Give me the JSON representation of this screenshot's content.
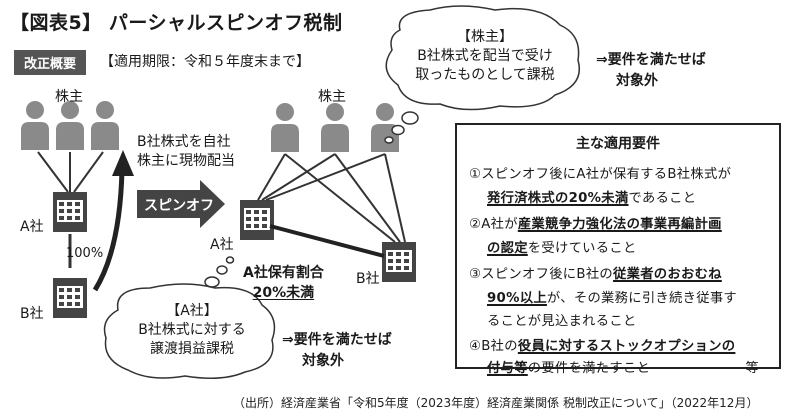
{
  "title": "【図表5】 パーシャルスピンオフ税制",
  "badge": "改正概要",
  "period": "【適用期限：令和５年度末まで】",
  "left_shareholders_label": "株主",
  "right_shareholders_label": "株主",
  "dividend_note": [
    "B社株式を自社",
    "株主に現物配当"
  ],
  "spinoff_label": "スピンオフ",
  "company_a_left": "A社",
  "company_b_left": "B社",
  "company_a_right": "A社",
  "company_b_right": "B社",
  "percent_100": "100%",
  "holding_ratio": [
    "A社保有割合",
    "20%未満"
  ],
  "shareholder_bubble": {
    "heading": "【株主】",
    "lines": [
      "B社株式を配当で受け",
      "取ったものとして課税"
    ]
  },
  "shareholder_result": [
    "⇒要件を満たせば",
    "対象外"
  ],
  "company_bubble": {
    "heading": "【A社】",
    "lines": [
      "B社株式に対する",
      "譲渡損益課税"
    ]
  },
  "company_result": [
    "⇒要件を満たせば",
    "対象外"
  ],
  "requirements": {
    "title": "主な適用要件",
    "l1a": "①スピンオフ後にA社が保有するB社株式が",
    "l1b_u": "発行済株式の20%未満",
    "l1b_rest": "であること",
    "l2a_pre": "②A社が",
    "l2a_u": "産業競争力強化法の事業再編計画",
    "l2b_u": "の認定",
    "l2b_rest": "を受けていること",
    "l3a_pre": "③スピンオフ後にB社の",
    "l3a_u": "従業者のおおむね",
    "l3b_u": "90%以上",
    "l3b_rest": "が、その業務に引き続き従事す",
    "l3c": "ることが見込まれること",
    "l4a_pre": "④B社の",
    "l4a_u": "役員に対するストックオプションの",
    "l4b_u": "付与等",
    "l4b_rest": "の要件を満たすこと",
    "l4b_etc": "等"
  },
  "source": "（出所）経済産業省「令和5年度（2023年度）経済産業関係 税制改正について」（2022年12月）"
}
